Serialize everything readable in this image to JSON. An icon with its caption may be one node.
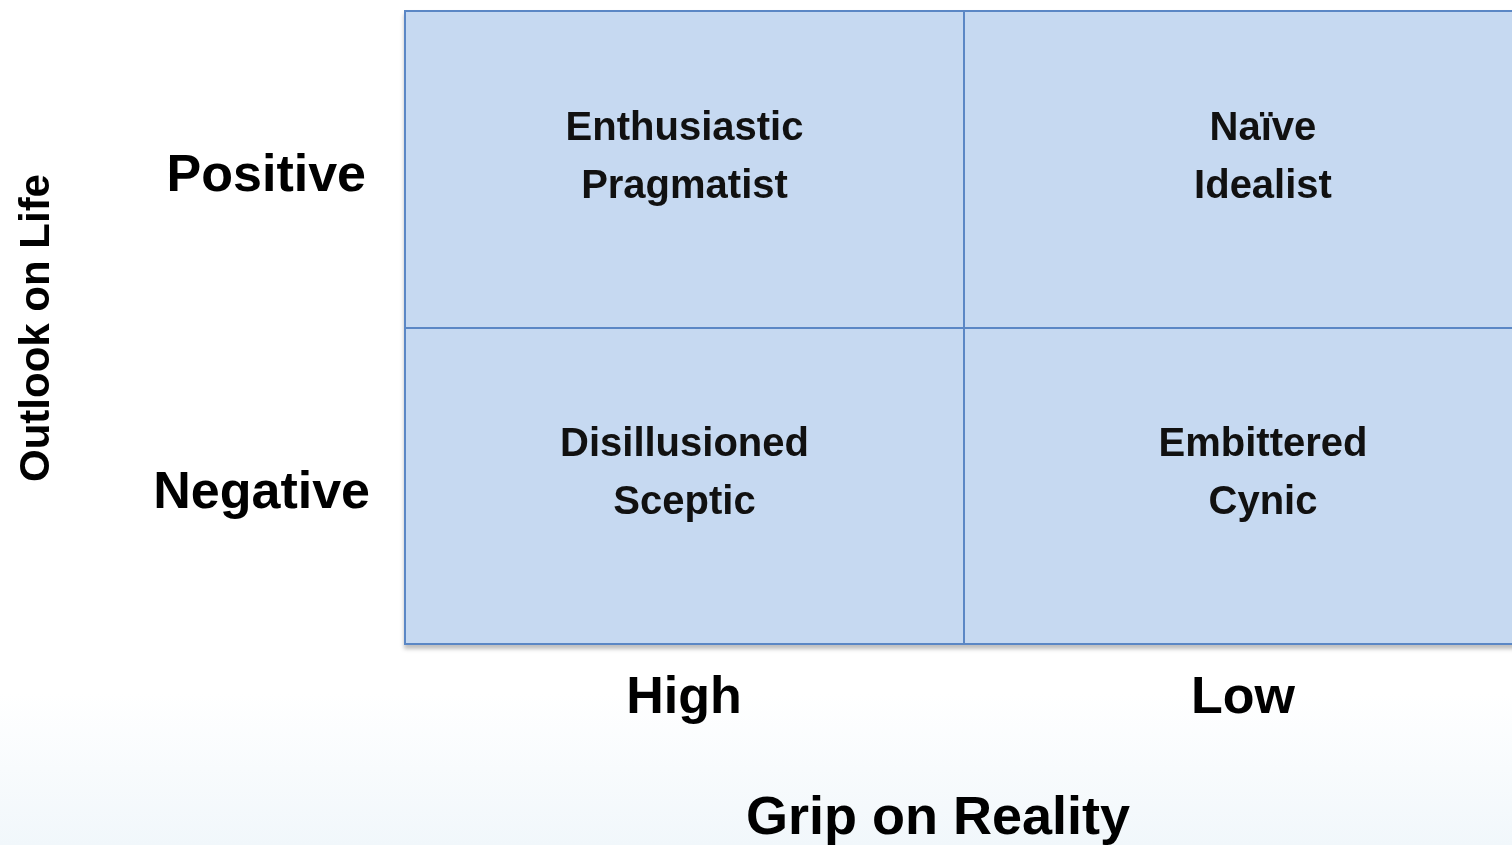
{
  "diagram": {
    "nodes": [
      {
        "text": [
          "Enthusiastic Pragmatist"
        ]
      },
      {
        "text": [
          "Naïve Idealist"
        ]
      },
      {
        "text": [
          "Disillusioned Sceptic"
        ]
      },
      {
        "text": [
          "Embittered Cynic"
        ]
      }
    ],
    "labels": [
      "Positive",
      "Negative",
      "High",
      "Low",
      "Grip on Reality",
      "Outlook on Life"
    ]
  }
}
